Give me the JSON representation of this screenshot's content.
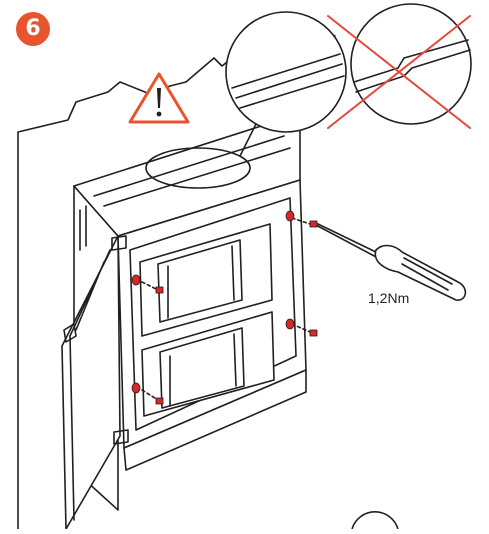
{
  "step": {
    "number": "6"
  },
  "torque": {
    "label": "1,2Nm"
  },
  "icons": {
    "warning": "warning-triangle-icon",
    "correct_detail": "detail-magnifier-correct",
    "incorrect_detail": "detail-magnifier-incorrect-crossed"
  },
  "colors": {
    "accent": "#e8542e",
    "screw": "#d9262b",
    "cross": "#e64a3c",
    "line": "#231f20",
    "shade": "#d8d8d8"
  }
}
